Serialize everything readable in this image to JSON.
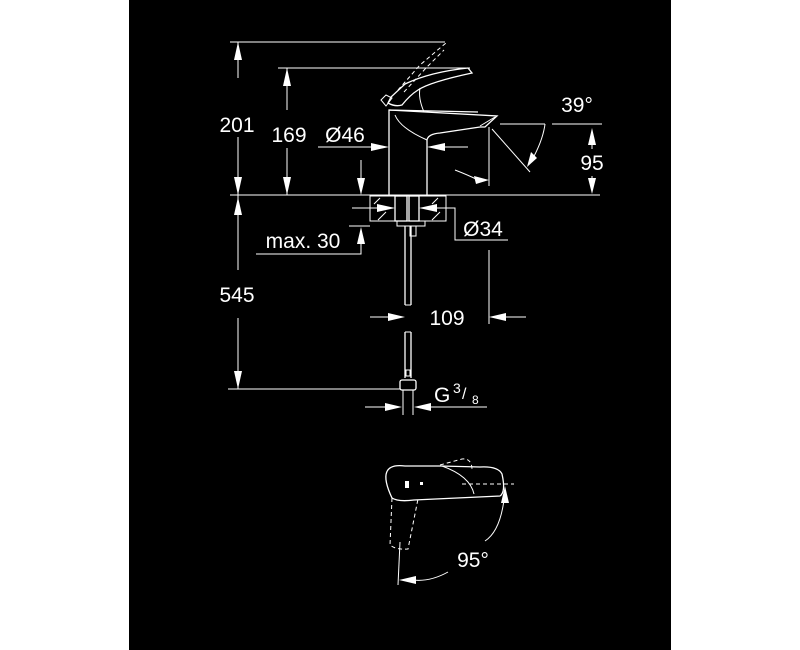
{
  "drawing": {
    "background_color": "#000000",
    "line_color": "#ffffff",
    "page_color": "#ffffff",
    "side_view": {
      "dimensions": {
        "total_height": "201",
        "spout_height": "169",
        "body_diameter": "Ø46",
        "spout_angle": "39°",
        "outlet_height": "95",
        "hole_diameter": "Ø34",
        "max_deck_thickness": "max. 30",
        "hose_length": "545",
        "projection": "109",
        "connection_thread_g": "G",
        "connection_thread_num": "3",
        "connection_thread_den": "8"
      }
    },
    "top_view": {
      "dimensions": {
        "lever_rotation": "95°"
      }
    }
  }
}
